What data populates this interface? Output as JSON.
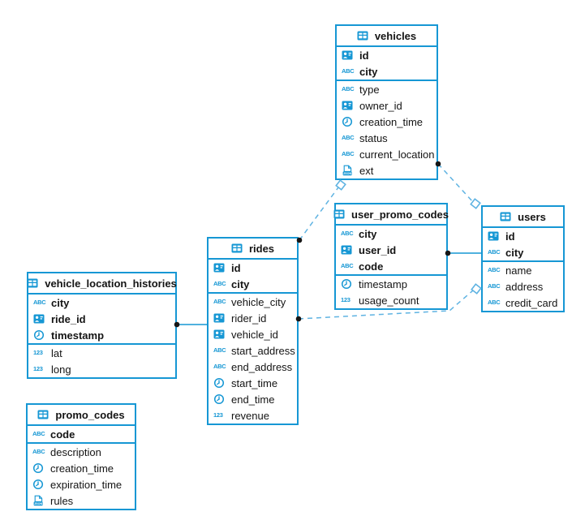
{
  "diagram": {
    "kind": "database-schema-er-diagram",
    "tables": [
      {
        "id": "vehicles",
        "title": "vehicles",
        "key_fields": [
          {
            "name": "id",
            "type": "uuid"
          },
          {
            "name": "city",
            "type": "string"
          }
        ],
        "fields": [
          {
            "name": "type",
            "type": "string"
          },
          {
            "name": "owner_id",
            "type": "uuid"
          },
          {
            "name": "creation_time",
            "type": "timestamp"
          },
          {
            "name": "status",
            "type": "string"
          },
          {
            "name": "current_location",
            "type": "string"
          },
          {
            "name": "ext",
            "type": "json"
          }
        ]
      },
      {
        "id": "user_promo_codes",
        "title": "user_promo_codes",
        "key_fields": [
          {
            "name": "city",
            "type": "string"
          },
          {
            "name": "user_id",
            "type": "uuid"
          },
          {
            "name": "code",
            "type": "string"
          }
        ],
        "fields": [
          {
            "name": "timestamp",
            "type": "timestamp"
          },
          {
            "name": "usage_count",
            "type": "number"
          }
        ]
      },
      {
        "id": "users",
        "title": "users",
        "key_fields": [
          {
            "name": "id",
            "type": "uuid"
          },
          {
            "name": "city",
            "type": "string"
          }
        ],
        "fields": [
          {
            "name": "name",
            "type": "string"
          },
          {
            "name": "address",
            "type": "string"
          },
          {
            "name": "credit_card",
            "type": "string"
          }
        ]
      },
      {
        "id": "rides",
        "title": "rides",
        "key_fields": [
          {
            "name": "id",
            "type": "uuid"
          },
          {
            "name": "city",
            "type": "string"
          }
        ],
        "fields": [
          {
            "name": "vehicle_city",
            "type": "string"
          },
          {
            "name": "rider_id",
            "type": "uuid"
          },
          {
            "name": "vehicle_id",
            "type": "uuid"
          },
          {
            "name": "start_address",
            "type": "string"
          },
          {
            "name": "end_address",
            "type": "string"
          },
          {
            "name": "start_time",
            "type": "timestamp"
          },
          {
            "name": "end_time",
            "type": "timestamp"
          },
          {
            "name": "revenue",
            "type": "number"
          }
        ]
      },
      {
        "id": "vehicle_location_histories",
        "title": "vehicle_location_histories",
        "key_fields": [
          {
            "name": "city",
            "type": "string"
          },
          {
            "name": "ride_id",
            "type": "uuid"
          },
          {
            "name": "timestamp",
            "type": "timestamp"
          }
        ],
        "fields": [
          {
            "name": "lat",
            "type": "number"
          },
          {
            "name": "long",
            "type": "number"
          }
        ]
      },
      {
        "id": "promo_codes",
        "title": "promo_codes",
        "key_fields": [
          {
            "name": "code",
            "type": "string"
          }
        ],
        "fields": [
          {
            "name": "description",
            "type": "string"
          },
          {
            "name": "creation_time",
            "type": "timestamp"
          },
          {
            "name": "expiration_time",
            "type": "timestamp"
          },
          {
            "name": "rules",
            "type": "json"
          }
        ]
      }
    ],
    "relations": [
      {
        "id": "rides_vehicles",
        "from": "rides",
        "to": "vehicles",
        "style": "dashed"
      },
      {
        "id": "vehicles_users",
        "from": "vehicles",
        "to": "users",
        "style": "dashed"
      },
      {
        "id": "rides_users",
        "from": "rides",
        "to": "users",
        "style": "dashed"
      },
      {
        "id": "vehicle_location_histories_rides",
        "from": "vehicle_location_histories",
        "to": "rides",
        "style": "solid"
      },
      {
        "id": "user_promo_codes_users",
        "from": "user_promo_codes",
        "to": "users",
        "style": "solid"
      }
    ],
    "type_icons": {
      "uuid": "id-card-icon",
      "string": "abc-text-icon",
      "timestamp": "clock-icon",
      "number": "123-number-icon",
      "json": "json-document-icon",
      "table": "table-grid-icon"
    },
    "icon_text": {
      "string": "ABC",
      "number": "123",
      "json": "JSON"
    },
    "colors": {
      "table_border": "#1697d4",
      "icon_blue": "#1697d4",
      "solid_line": "#1697d4",
      "dashed_line": "#5fb3e2",
      "dot": "#161616",
      "text": "#141414",
      "background": "#ffffff"
    }
  }
}
